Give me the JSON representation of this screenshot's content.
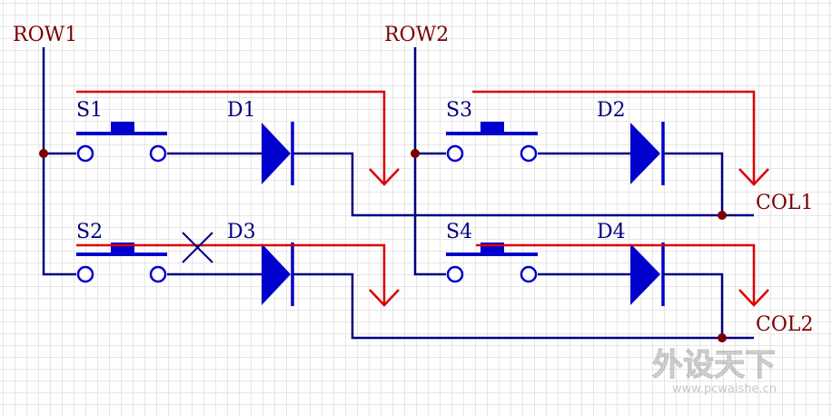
{
  "labels": {
    "row1": "ROW1",
    "row2": "ROW2",
    "col1": "COL1",
    "col2": "COL2",
    "s1": "S1",
    "s2": "S2",
    "s3": "S3",
    "s4": "S4",
    "d1": "D1",
    "d2": "D2",
    "d3": "D3",
    "d4": "D4"
  },
  "watermark": {
    "title": "外设天下",
    "url": "www.pcwaishe.cn"
  },
  "colors": {
    "wire": "#000080",
    "component": "#0000cc",
    "current_path": "#dd0000",
    "junction": "#7a0000",
    "label": "#7a0000",
    "grid": "#cfcfcf"
  }
}
